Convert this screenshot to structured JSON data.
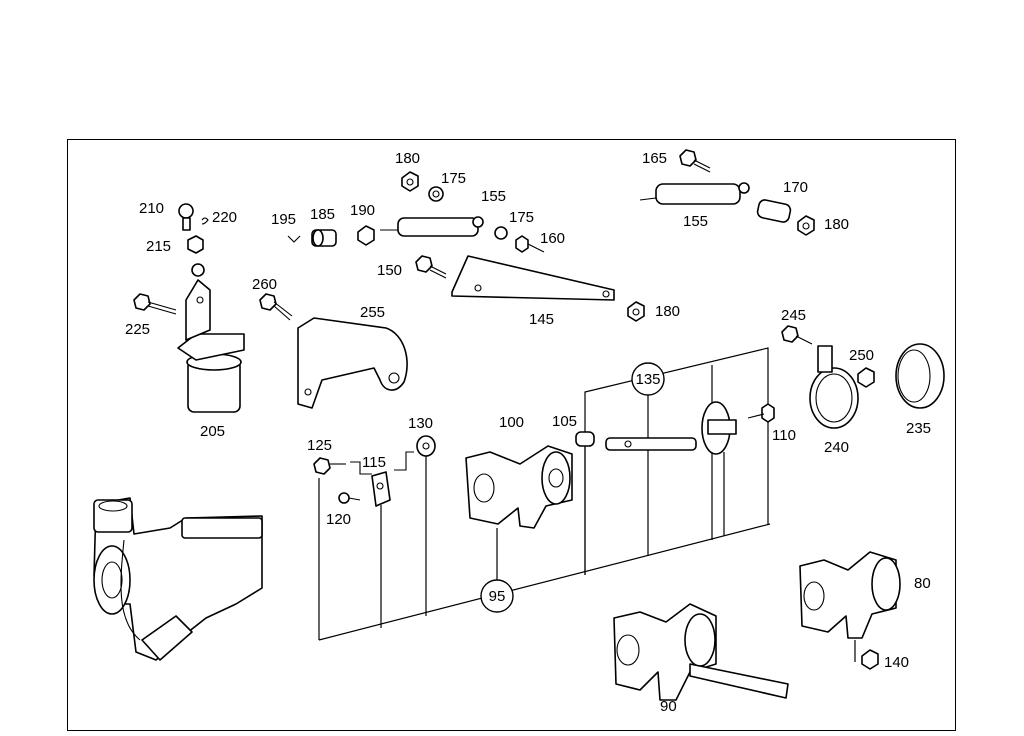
{
  "diagram": {
    "labels": {
      "l80": "80",
      "l90": "90",
      "l95": "95",
      "l100": "100",
      "l105": "105",
      "l110": "110",
      "l115": "115",
      "l120": "120",
      "l125": "125",
      "l130": "130",
      "l135": "135",
      "l140": "140",
      "l145": "145",
      "l150": "150",
      "l155a": "155",
      "l155b": "155",
      "l160": "160",
      "l165": "165",
      "l170": "170",
      "l175a": "175",
      "l175b": "175",
      "l180a": "180",
      "l180b": "180",
      "l180c": "180",
      "l185": "185",
      "l190": "190",
      "l195": "195",
      "l205": "205",
      "l210": "210",
      "l215": "215",
      "l220": "220",
      "l225": "225",
      "l235": "235",
      "l240": "240",
      "l245": "245",
      "l250": "250",
      "l255": "255",
      "l260": "260"
    }
  }
}
